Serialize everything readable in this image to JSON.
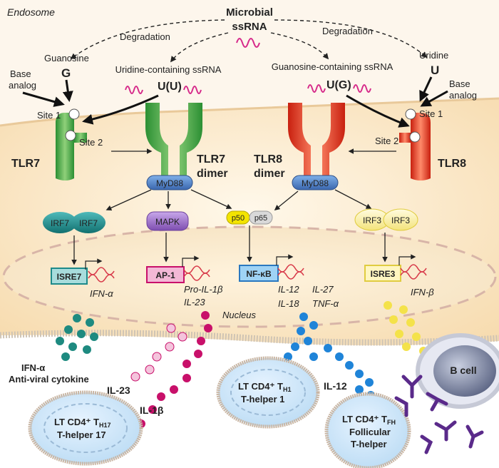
{
  "compartments": {
    "endosome": "Endosome",
    "nucleus": "Nucleus"
  },
  "ligands": {
    "microbial_line1": "Microbial",
    "microbial_line2": "ssRNA",
    "degradation_left": "Degradation",
    "degradation_right": "Degradation",
    "guanosine": "Guanosine",
    "guanosine_symbol": "G",
    "uridine": "Uridine",
    "uridine_symbol": "U",
    "base_analog_left_1": "Base",
    "base_analog_left_2": "analog",
    "base_analog_right_1": "Base",
    "base_analog_right_2": "analog",
    "uridine_ssrna": "Uridine-containing ssRNA",
    "uridine_ssrna_symbol": "U(U)",
    "guanosine_ssrna": "Guanosine-containing ssRNA",
    "guanosine_ssrna_symbol": "U(G)"
  },
  "receptors": {
    "tlr7": "TLR7",
    "tlr7_dimer_1": "TLR7",
    "tlr7_dimer_2": "dimer",
    "tlr8": "TLR8",
    "tlr8_dimer_1": "TLR8",
    "tlr8_dimer_2": "dimer",
    "site1_left": "Site 1",
    "site2_left": "Site 2",
    "site1_right": "Site 1",
    "site2_right": "Site 2"
  },
  "signaling": {
    "myd88_left": "MyD88",
    "myd88_right": "MyD88",
    "irf7_a": "IRF7",
    "irf7_b": "IRF7",
    "mapk": "MAPK",
    "p50": "p50",
    "p65": "p65",
    "irf3_a": "IRF3",
    "irf3_b": "IRF3"
  },
  "promoters": {
    "isre7": "ISRE7",
    "ap1": "AP-1",
    "nfkb": "NF-κB",
    "isre3": "ISRE3"
  },
  "genes": {
    "ifna": "IFN-α",
    "pro_il1b": "Pro-IL-1β",
    "il23": "IL-23",
    "il12": "IL-12",
    "il18": "IL-18",
    "il27": "IL-27",
    "tnfa": "TNF-α",
    "ifnb": "IFN-β"
  },
  "cytokines": {
    "ifna_label": "IFN-α",
    "antiviral": "Anti-viral cytokine",
    "il23": "IL-23",
    "il1b": "IL-1β",
    "il12": "IL-12"
  },
  "cells": {
    "th17_line1": "LT CD4⁺ T",
    "th17_sub": "H17",
    "th17_line2": "T-helper 17",
    "th1_line1": "LT CD4⁺ T",
    "th1_sub": "H1",
    "th1_line2": "T-helper 1",
    "tfh_line1": "LT CD4⁺ T",
    "tfh_sub": "FH",
    "tfh_line2": "Follicular",
    "tfh_line3": "T-helper",
    "bcell": "B cell"
  },
  "colors": {
    "tlr7_green": "#2e9a3a",
    "tlr8_red": "#e0341f",
    "myd88_blue": "#3f6fb5",
    "irf7_teal": "#1d8a8a",
    "mapk_purple": "#8a5ab8",
    "p50_yellow": "#f0e000",
    "irf3_yellow": "#f2e24a",
    "il_magenta": "#c8106a",
    "il12_blue": "#1f84d8",
    "cytoplasm": "#fbe8c8"
  }
}
